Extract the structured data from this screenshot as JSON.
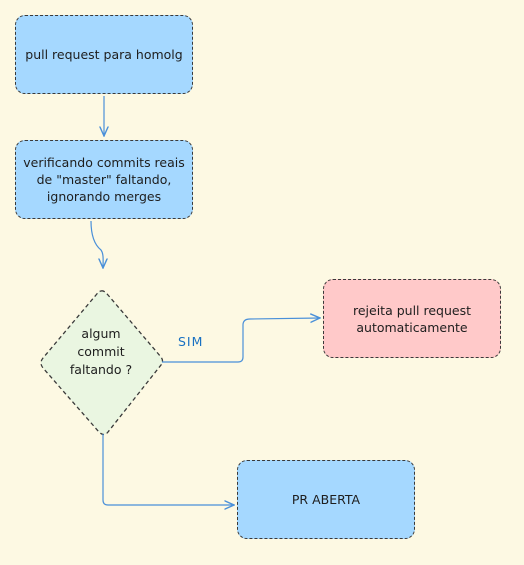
{
  "colors": {
    "background": "#fdf9e3",
    "process_fill": "#a5d8ff",
    "reject_fill": "#ffc9c9",
    "decision_fill": "#eaf6e1",
    "arrow": "#4a90d9",
    "edge_label": "#1971c2"
  },
  "nodes": {
    "start": {
      "label": "pull request para homolg"
    },
    "check": {
      "label": "verificando commits reais de \"master\" faltando, ignorando merges"
    },
    "decision": {
      "label": "algum commit faltando ?"
    },
    "reject": {
      "label": "rejeita pull request automaticamente"
    },
    "open": {
      "label": "PR ABERTA"
    }
  },
  "edges": {
    "yes_label": "SIM"
  }
}
